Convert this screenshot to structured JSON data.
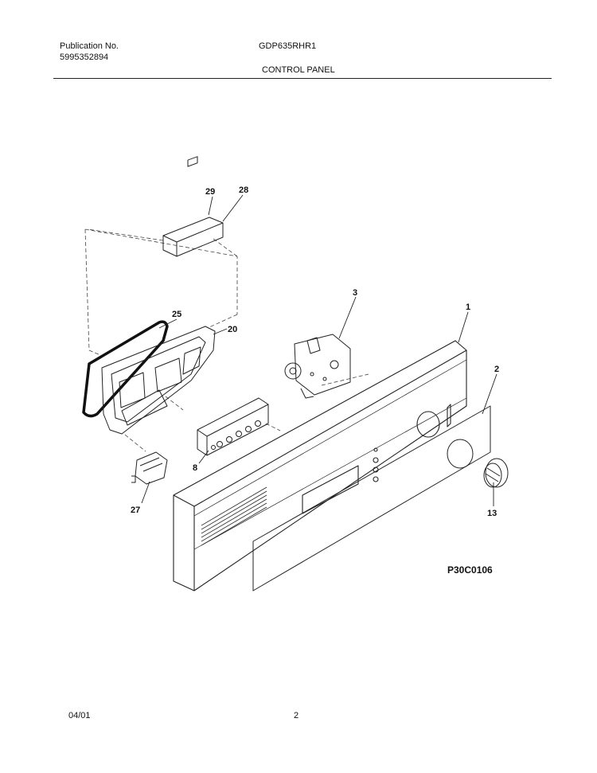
{
  "header": {
    "publication_label": "Publication No.",
    "publication_number": "5995352894",
    "model": "GDP635RHR1",
    "section_title": "CONTROL PANEL"
  },
  "callouts": {
    "c29": "29",
    "c28": "28",
    "c25": "25",
    "c20": "20",
    "c3": "3",
    "c1": "1",
    "c2": "2",
    "c8": "8",
    "c27": "27",
    "c13": "13"
  },
  "figure_code": "P30C0106",
  "footer": {
    "date": "04/01",
    "page": "2"
  }
}
